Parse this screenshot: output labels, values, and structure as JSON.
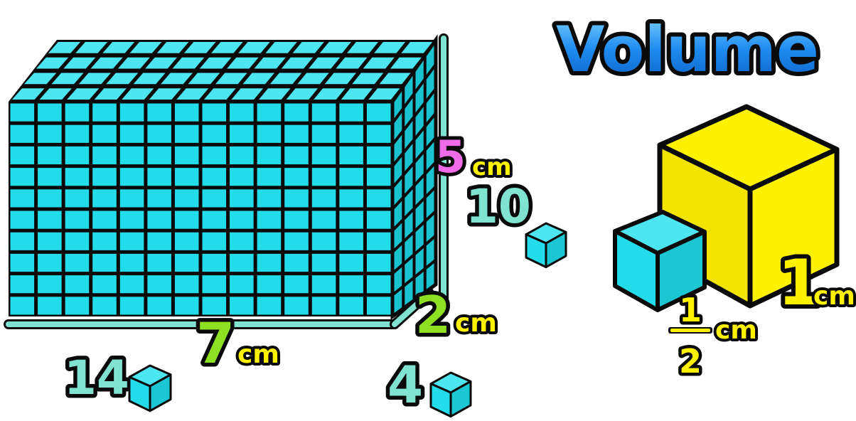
{
  "title": "Volume",
  "colors": {
    "cube_cyan": "#22dde9",
    "cube_side": "#1cc6d3",
    "cube_top": "#4de6f0",
    "outline": "#0a0a0a",
    "mint": "#7fe3d0",
    "yellow": "#fff200",
    "lime": "#8ee022",
    "magenta": "#f06be8",
    "title_blue": "#1f8bf0"
  },
  "prism": {
    "front_cols": 14,
    "front_rows": 10,
    "depth_cols": 4
  },
  "labels": {
    "height_value": "5",
    "height_unit": "cm",
    "height_count": "10",
    "length_value": "7",
    "length_unit": "cm",
    "length_count": "14",
    "depth_value": "2",
    "depth_unit": "cm",
    "depth_count": "4"
  },
  "cubes": {
    "big_value": "1",
    "big_unit": "cm",
    "small_numerator": "1",
    "small_denominator": "2",
    "small_unit": "cm"
  }
}
